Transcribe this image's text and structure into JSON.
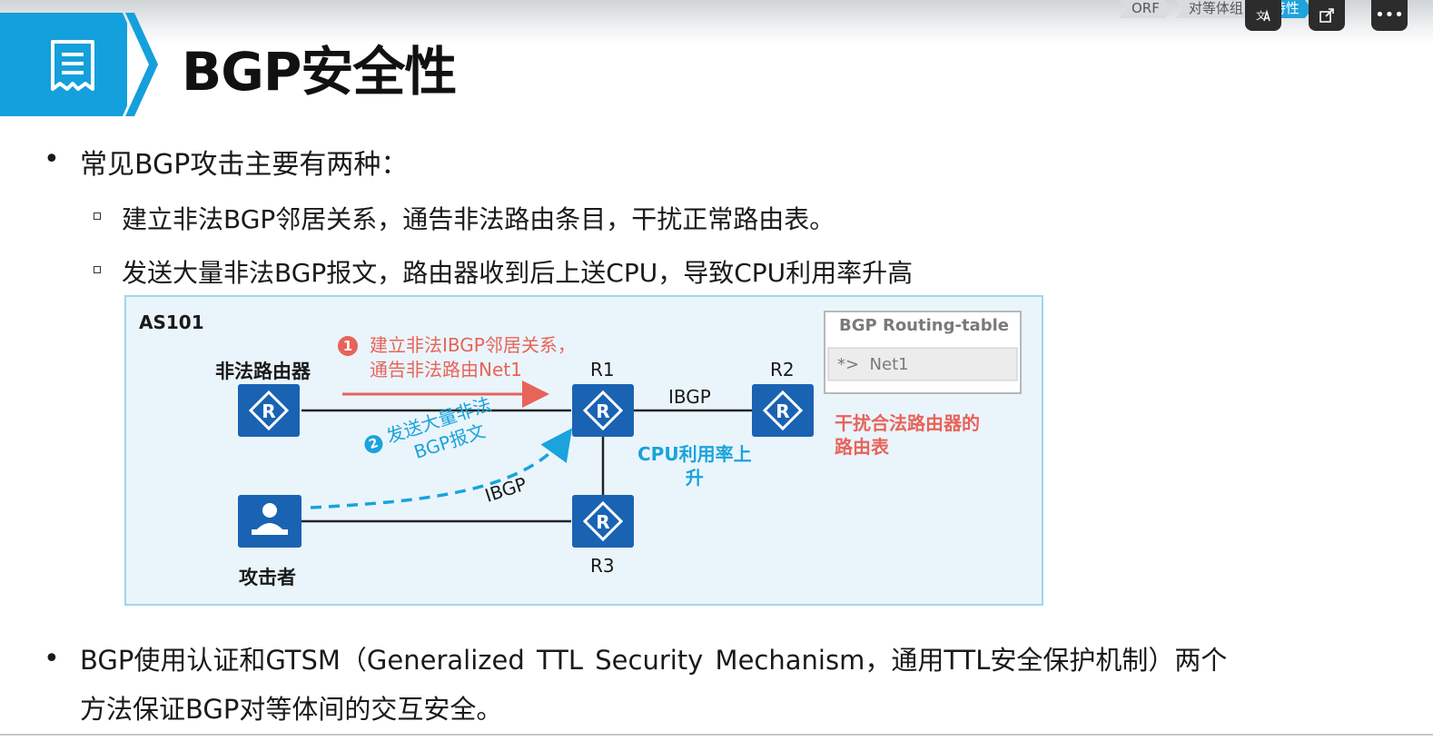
{
  "window": {
    "nav_tabs": [
      "ORF",
      "对等体组",
      "特性"
    ],
    "controls": [
      {
        "icon": "translate-icon"
      },
      {
        "icon": "external-open-icon"
      },
      {
        "icon": "more-icon",
        "label": "•••"
      }
    ]
  },
  "slide": {
    "title": "BGP安全性",
    "bullet1": "常见BGP攻击主要有两种：",
    "sub1": "建立非法BGP邻居关系，通告非法路由条目，干扰正常路由表。",
    "sub2": "发送大量非法BGP报文，路由器收到后上送CPU，导致CPU利用率升高",
    "bullet2_line1": "BGP使用认证和GTSM（Generalized TTL Security Mechanism，通用TTL安全保护机制）两个",
    "bullet2_line2": "方法保证BGP对等体间的交互安全。"
  },
  "diagram": {
    "as_label": "AS101",
    "illegal_router_label": "非法路由器",
    "attacker_label": "攻击者",
    "r1": "R1",
    "r2": "R2",
    "r3": "R3",
    "ibgp_label_top": "IBGP",
    "ibgp_label_bottom": "IBGP",
    "step1_num": "1",
    "step1_line1": "建立非法IBGP邻居关系，",
    "step1_line2": "通告非法路由Net1",
    "step2_num": "2",
    "step2_line1": "发送大量非法",
    "step2_line2": "BGP报文",
    "cpu_line1": "CPU利用率上",
    "cpu_line2": "升",
    "interfere_line1": "干扰合法路由器的",
    "interfere_line2": "路由表",
    "routing_table_title": "BGP Routing-table",
    "routing_table_entry": "*>  Net1",
    "colors": {
      "red": "#e8635a",
      "blue": "#1aa3dc",
      "router": "#1a63b3"
    }
  }
}
